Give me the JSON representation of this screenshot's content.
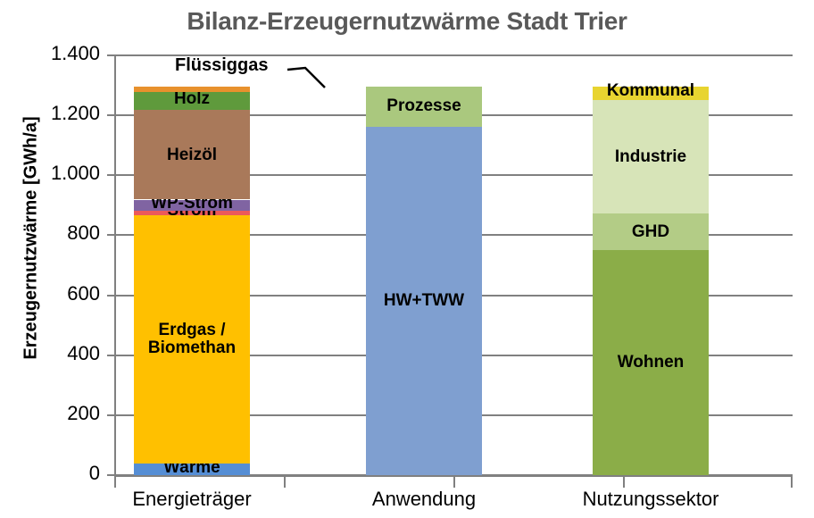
{
  "chart_data": {
    "type": "bar",
    "title": "Bilanz-Erzeugernutzwärme Stadt Trier",
    "xlabel": "",
    "ylabel": "Erzeugernutzwärme [GWh/a]",
    "ylim": [
      0,
      1400
    ],
    "ytick_labels": [
      "1.400",
      "1.200",
      "1.000",
      "800",
      "600",
      "400",
      "200",
      "0"
    ],
    "ytick_values": [
      1400,
      1200,
      1000,
      800,
      600,
      400,
      200,
      0
    ],
    "grid": true,
    "legend": "none (segments labeled in place)",
    "stacked": true,
    "categories": [
      "Energieträger",
      "Anwendung",
      "Nutzungssektor"
    ],
    "columns": [
      {
        "category": "Energieträger",
        "total": 1297,
        "segments": [
          {
            "name": "Wärme",
            "value": 38,
            "color": "#558ed5",
            "label_shown": true
          },
          {
            "name": "Erdgas / Biomethan",
            "value": 830,
            "color": "#ffc000",
            "label_shown": true
          },
          {
            "name": "Strom",
            "value": 14,
            "color": "#ec5a5a",
            "label_shown": true
          },
          {
            "name": "WP-Strom",
            "value": 37,
            "color": "#8064a2",
            "label_shown": true
          },
          {
            "name": "Heizöl",
            "value": 298,
            "color": "#a9795a",
            "label_shown": true
          },
          {
            "name": "Holz",
            "value": 60,
            "color": "#5f9a3c",
            "label_shown": true
          },
          {
            "name": "Flüssiggas",
            "value": 20,
            "color": "#e8912d",
            "label_shown": false
          }
        ]
      },
      {
        "category": "Anwendung",
        "total": 1297,
        "segments": [
          {
            "name": "HW+TWW",
            "value": 1163,
            "color": "#7f9fd0",
            "label_shown": true
          },
          {
            "name": "Prozesse",
            "value": 134,
            "color": "#aac87e",
            "label_shown": true
          }
        ]
      },
      {
        "category": "Nutzungssektor",
        "total": 1297,
        "segments": [
          {
            "name": "Wohnen",
            "value": 750,
            "color": "#8bad48",
            "label_shown": true
          },
          {
            "name": "GHD",
            "value": 122,
            "color": "#b3cc86",
            "label_shown": true
          },
          {
            "name": "Industrie",
            "value": 380,
            "color": "#d7e4b8",
            "label_shown": true
          },
          {
            "name": "Kommunal",
            "value": 45,
            "color": "#e8d430",
            "label_shown": true
          }
        ]
      }
    ],
    "callouts": [
      {
        "text": "Flüssiggas",
        "points_to": "Flüssiggas segment of Energieträger bar"
      }
    ]
  },
  "colors": {
    "title_text": "#595959",
    "axis_line": "#808080",
    "grid_line": "#808080",
    "background": "#ffffff",
    "label_text": "#000000"
  }
}
